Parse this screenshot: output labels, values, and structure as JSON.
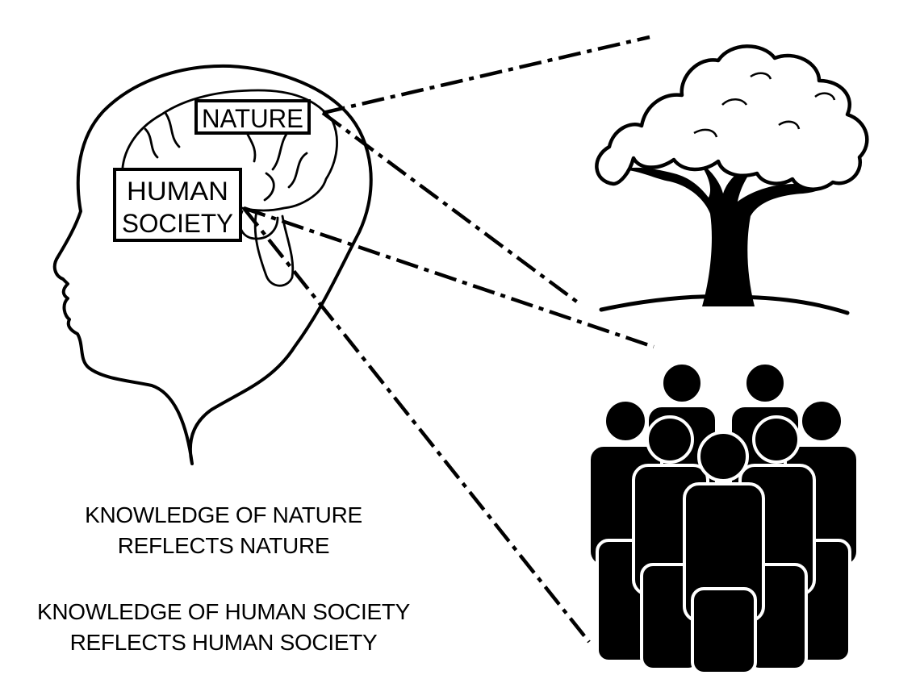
{
  "labels": {
    "nature": "NATURE",
    "human_society_line1": "HUMAN",
    "human_society_line2": "SOCIETY"
  },
  "captions": {
    "nature_line1": "KNOWLEDGE OF NATURE",
    "nature_line2": "REFLECTS NATURE",
    "society_line1": "KNOWLEDGE OF HUMAN SOCIETY",
    "society_line2": "REFLECTS HUMAN SOCIETY"
  },
  "icons": [
    "head-silhouette",
    "brain",
    "tree-icon",
    "crowd-icon"
  ],
  "colors": {
    "ink": "#000000",
    "background": "#ffffff"
  }
}
